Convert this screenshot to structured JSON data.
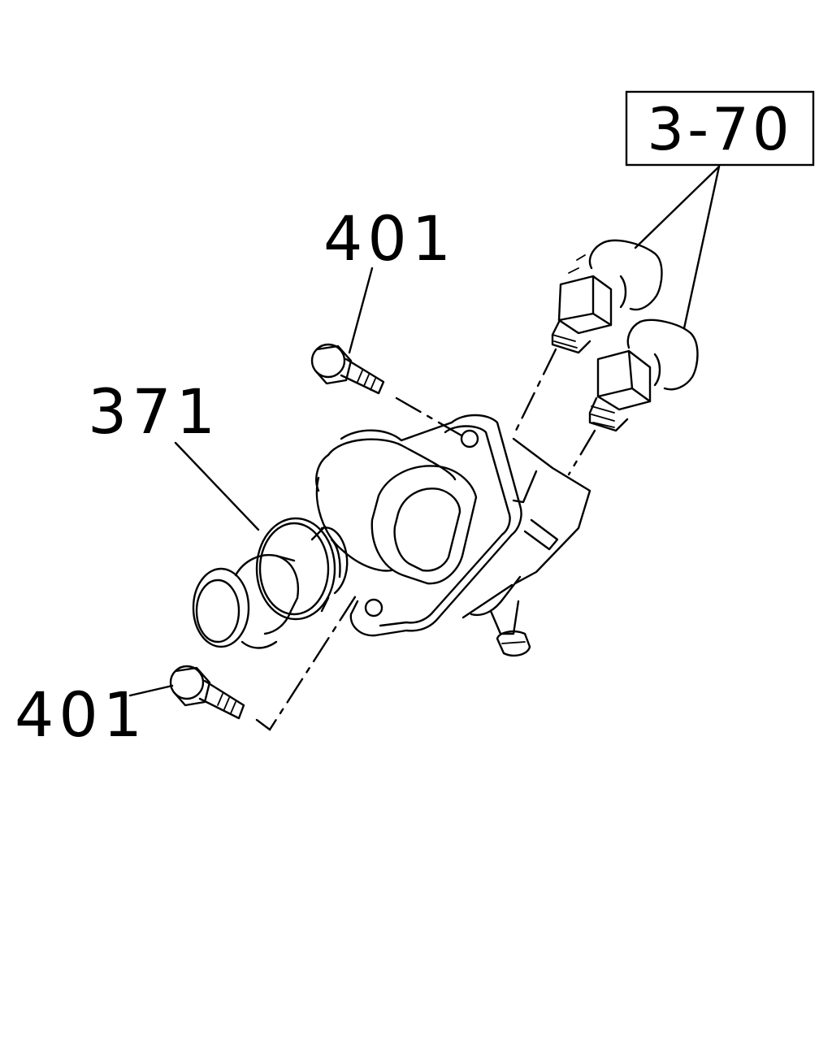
{
  "callouts": {
    "ref_box": "3-70",
    "bolt_top": "401",
    "thermostat": "371",
    "bolt_bottom": "401"
  }
}
